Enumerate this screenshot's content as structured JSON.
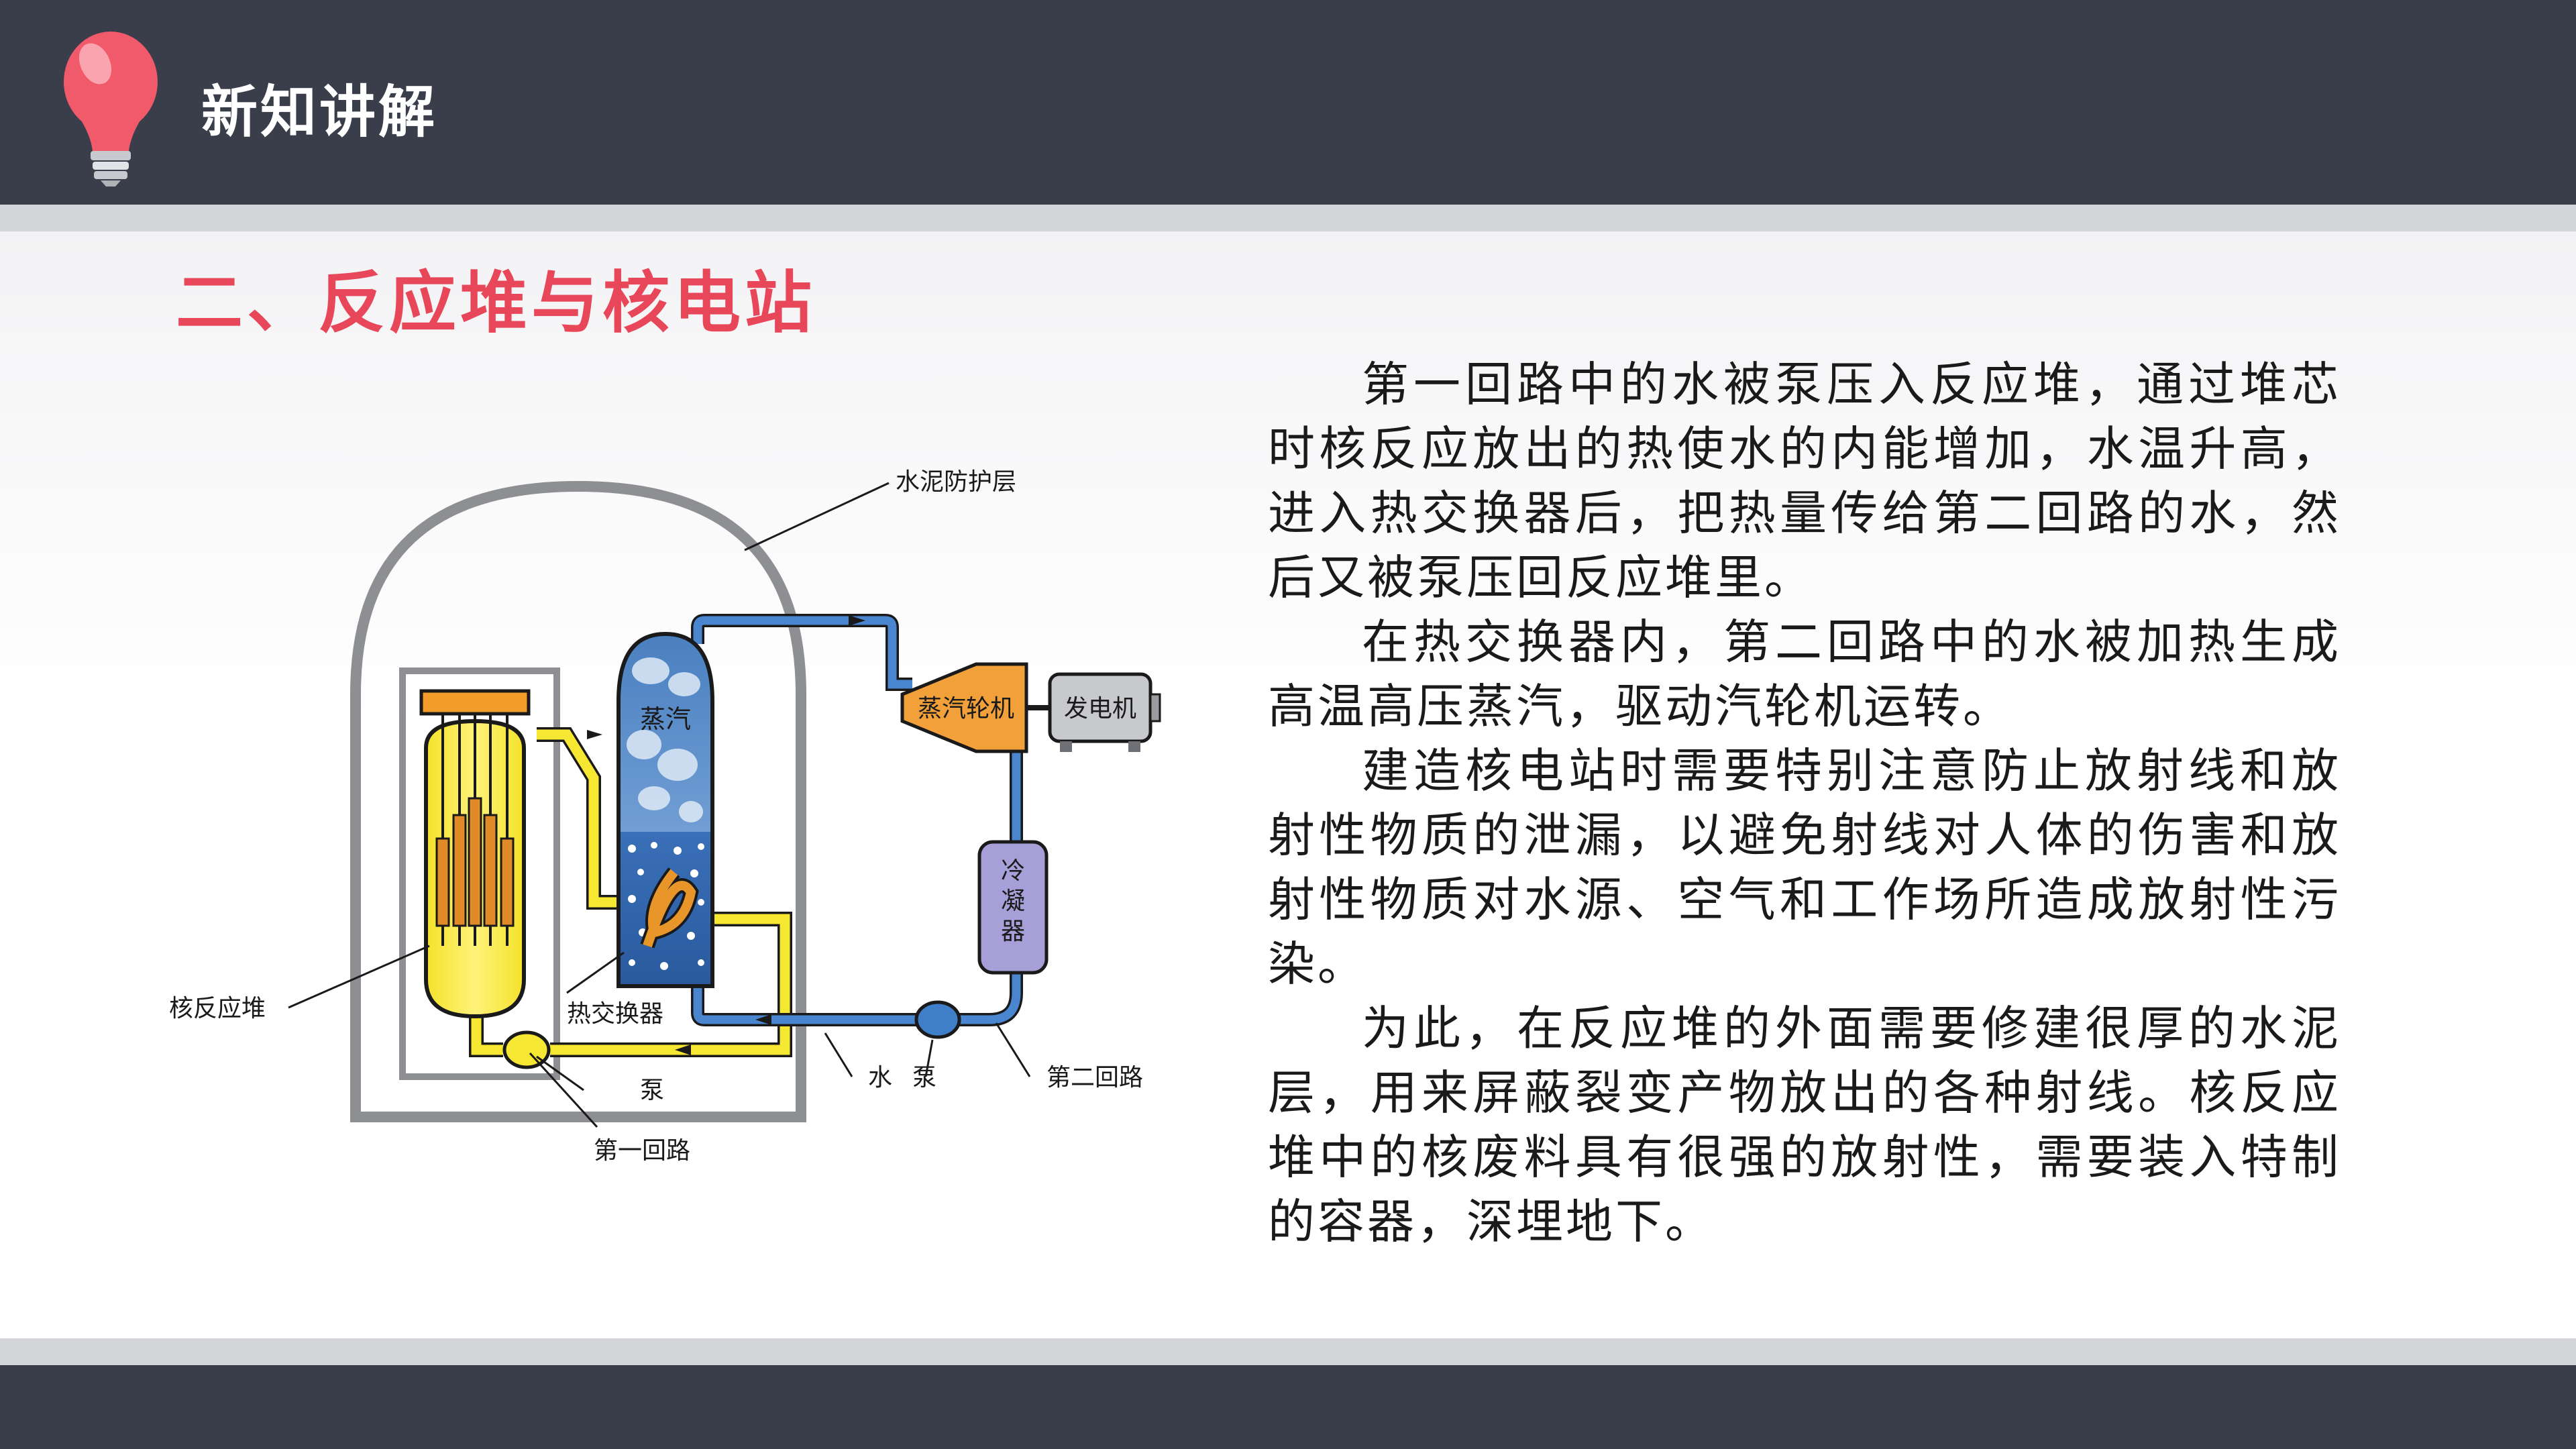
{
  "header": {
    "title": "新知讲解"
  },
  "section": {
    "title": "二、反应堆与核电站"
  },
  "diagram": {
    "labels": {
      "cement": "水泥防护层",
      "steam": "蒸汽",
      "turbine": "蒸汽轮机",
      "generator": "发电机",
      "condenser": [
        "冷",
        "凝",
        "器"
      ],
      "reactor": "核反应堆",
      "heat_exchanger": "热交换器",
      "pump1": "泵",
      "water": "水",
      "pump2": "泵",
      "loop2": "第二回路",
      "loop1": "第一回路"
    }
  },
  "paragraphs": [
    "第一回路中的水被泵压入反应堆，通过堆芯时核反应放出的热使水的内能增加，水温升高，进入热交换器后，把热量传给第二回路的水，然后又被泵压回反应堆里。",
    "在热交换器内，第二回路中的水被加热生成高温高压蒸汽，驱动汽轮机运转。",
    "建造核电站时需要特别注意防止放射线和放射性物质的泄漏，以避免射线对人体的伤害和放射性物质对水源、空气和工作场所造成放射性污染。",
    "为此，在反应堆的外面需要修建很厚的水泥层，用来屏蔽裂变产物放出的各种射线。核反应堆中的核废料具有很强的放射性，需要装入特制的容器，深埋地下。"
  ]
}
